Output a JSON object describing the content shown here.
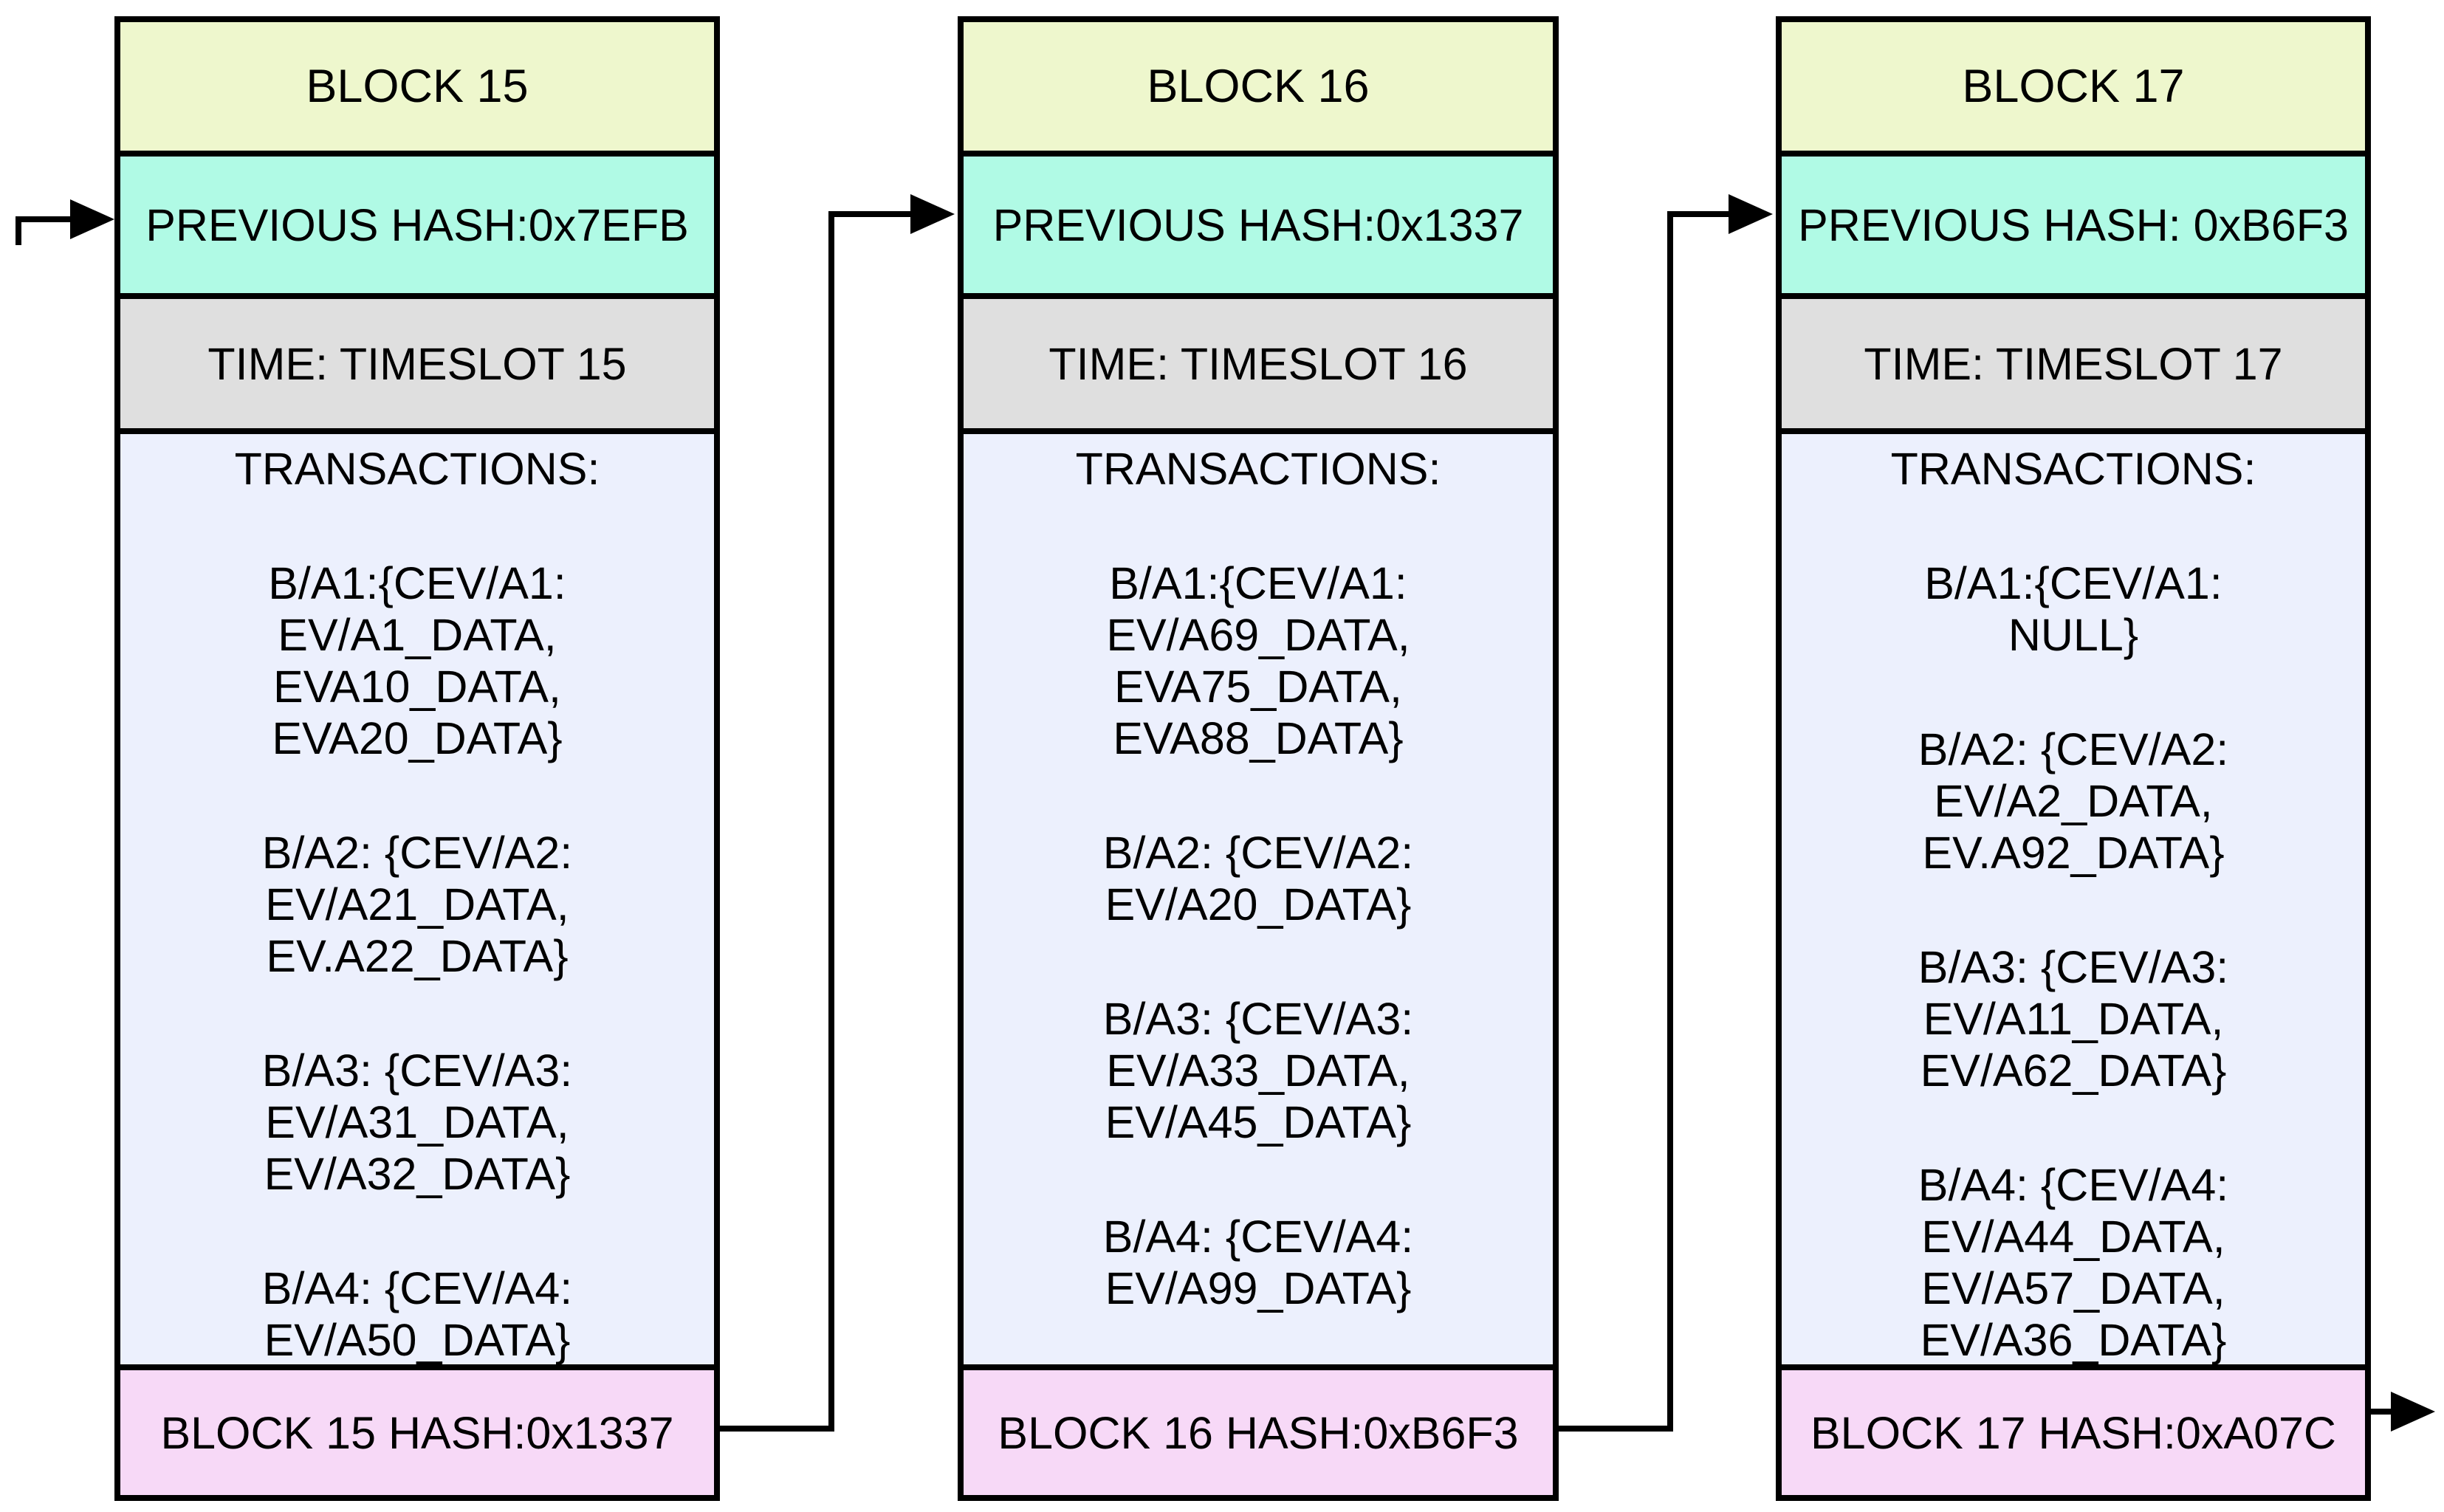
{
  "diagram": {
    "colors": {
      "header_bg": "#eef7cd",
      "prev_hash_bg": "#b0fae5",
      "time_bg": "#dfdfdf",
      "transactions_bg": "#ecf0fd",
      "hash_bg": "#f7d9f7",
      "border": "#000000"
    },
    "blocks": [
      {
        "title": "BLOCK 15",
        "previous_hash": "PREVIOUS HASH:0x7EFB",
        "time": "TIME: TIMESLOT 15",
        "transactions_label": "TRANSACTIONS:",
        "transactions": [
          "B/A1:{CEV/A1:\nEV/A1_DATA,\nEVA10_DATA,\nEVA20_DATA}",
          "B/A2: {CEV/A2:\nEV/A21_DATA,\nEV.A22_DATA}",
          "B/A3: {CEV/A3:\nEV/A31_DATA,\nEV/A32_DATA}",
          "B/A4: {CEV/A4:\nEV/A50_DATA}"
        ],
        "hash": "BLOCK 15 HASH:0x1337"
      },
      {
        "title": "BLOCK 16",
        "previous_hash": "PREVIOUS HASH:0x1337",
        "time": "TIME: TIMESLOT 16",
        "transactions_label": "TRANSACTIONS:",
        "transactions": [
          "B/A1:{CEV/A1:\nEV/A69_DATA,\nEVA75_DATA,\nEVA88_DATA}",
          "B/A2: {CEV/A2:\nEV/A20_DATA}",
          "B/A3: {CEV/A3:\nEV/A33_DATA,\nEV/A45_DATA}",
          "B/A4: {CEV/A4:\nEV/A99_DATA}"
        ],
        "hash": "BLOCK 16 HASH:0xB6F3"
      },
      {
        "title": "BLOCK 17",
        "previous_hash": "PREVIOUS HASH: 0xB6F3",
        "time": "TIME: TIMESLOT 17",
        "transactions_label": "TRANSACTIONS:",
        "transactions": [
          "B/A1:{CEV/A1:\nNULL}",
          "B/A2: {CEV/A2:\nEV/A2_DATA,\nEV.A92_DATA}",
          "B/A3: {CEV/A3:\nEV/A11_DATA,\nEV/A62_DATA}",
          "B/A4: {CEV/A4:\nEV/A44_DATA,\nEV/A57_DATA,\nEV/A36_DATA}"
        ],
        "hash": "BLOCK 17 HASH:0xA07C"
      }
    ]
  }
}
